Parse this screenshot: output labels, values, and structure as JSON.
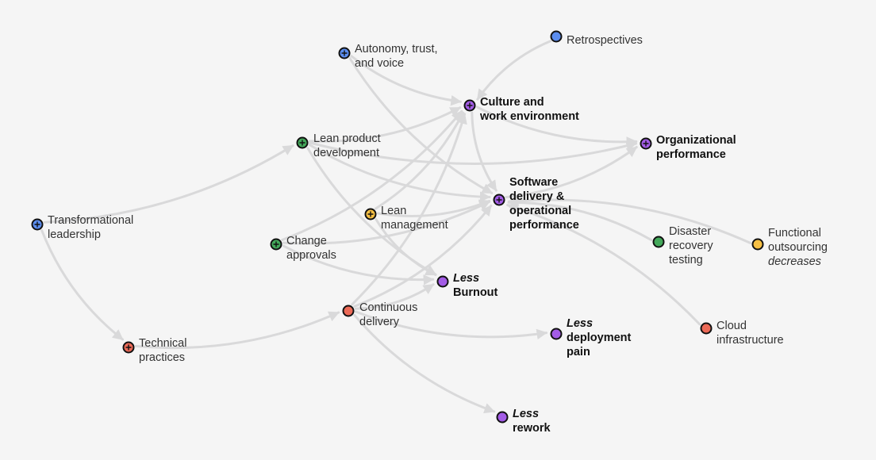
{
  "colors": {
    "background": "#f5f5f5",
    "edge": "#d9d9da",
    "blue": "#5b8def",
    "green": "#43a85a",
    "yellow": "#f7c043",
    "red": "#ec6a57",
    "purple": "#a35ce6"
  },
  "nodes": [
    {
      "id": "autonomy",
      "lines": [
        "Autonomy, trust,",
        "and voice"
      ],
      "color": "blue",
      "plus": true,
      "bold": false
    },
    {
      "id": "retrospectives",
      "lines": [
        "Retrospectives"
      ],
      "color": "blue",
      "plus": false,
      "bold": false
    },
    {
      "id": "culture",
      "lines": [
        "Culture and",
        "work environment"
      ],
      "color": "purple",
      "plus": true,
      "bold": true
    },
    {
      "id": "lean-product",
      "lines": [
        "Lean product",
        "development"
      ],
      "color": "green",
      "plus": true,
      "bold": false
    },
    {
      "id": "org-performance",
      "lines": [
        "Organizational",
        "performance"
      ],
      "color": "purple",
      "plus": true,
      "bold": true
    },
    {
      "id": "software-delivery",
      "lines": [
        "Software",
        "delivery &",
        "operational",
        "performance"
      ],
      "color": "purple",
      "plus": true,
      "bold": true
    },
    {
      "id": "transformational",
      "lines": [
        "Transformational",
        "leadership"
      ],
      "color": "blue",
      "plus": true,
      "bold": false
    },
    {
      "id": "lean-management",
      "lines": [
        "Lean",
        "management"
      ],
      "color": "yellow",
      "plus": true,
      "bold": false
    },
    {
      "id": "change-approvals",
      "lines": [
        "Change",
        "approvals"
      ],
      "color": "green",
      "plus": true,
      "bold": false
    },
    {
      "id": "disaster-recovery",
      "lines": [
        "Disaster",
        "recovery",
        "testing"
      ],
      "color": "green",
      "plus": false,
      "bold": false
    },
    {
      "id": "outsourcing",
      "lines": [
        "Functional",
        "outsourcing",
        "decreases"
      ],
      "italic_line": 2,
      "color": "yellow",
      "plus": false,
      "bold": false
    },
    {
      "id": "burnout",
      "lines": [
        "Less",
        "Burnout"
      ],
      "italic_line": 0,
      "color": "purple",
      "plus": false,
      "bold": true
    },
    {
      "id": "continuous-delivery",
      "lines": [
        "Continuous",
        "delivery"
      ],
      "color": "red",
      "plus": false,
      "bold": false
    },
    {
      "id": "technical-practices",
      "lines": [
        "Technical",
        "practices"
      ],
      "color": "red",
      "plus": true,
      "bold": false
    },
    {
      "id": "deployment-pain",
      "lines": [
        "Less",
        "deployment",
        "pain"
      ],
      "italic_line": 0,
      "color": "purple",
      "plus": false,
      "bold": true
    },
    {
      "id": "cloud",
      "lines": [
        "Cloud",
        "infrastructure"
      ],
      "color": "red",
      "plus": false,
      "bold": false
    },
    {
      "id": "rework",
      "lines": [
        "Less",
        "rework"
      ],
      "italic_line": 0,
      "color": "purple",
      "plus": false,
      "bold": true
    }
  ],
  "edges": [
    {
      "from": "autonomy",
      "to": "culture"
    },
    {
      "from": "autonomy",
      "to": "software-delivery"
    },
    {
      "from": "retrospectives",
      "to": "culture"
    },
    {
      "from": "culture",
      "to": "org-performance"
    },
    {
      "from": "culture",
      "to": "software-delivery"
    },
    {
      "from": "lean-product",
      "to": "culture"
    },
    {
      "from": "lean-product",
      "to": "org-performance"
    },
    {
      "from": "lean-product",
      "to": "software-delivery"
    },
    {
      "from": "lean-product",
      "to": "burnout"
    },
    {
      "from": "transformational",
      "to": "lean-product"
    },
    {
      "from": "transformational",
      "to": "technical-practices"
    },
    {
      "from": "lean-management",
      "to": "culture"
    },
    {
      "from": "lean-management",
      "to": "software-delivery"
    },
    {
      "from": "lean-management",
      "to": "burnout"
    },
    {
      "from": "change-approvals",
      "to": "culture"
    },
    {
      "from": "change-approvals",
      "to": "software-delivery"
    },
    {
      "from": "change-approvals",
      "to": "burnout"
    },
    {
      "from": "software-delivery",
      "to": "org-performance"
    },
    {
      "from": "disaster-recovery",
      "to": "software-delivery"
    },
    {
      "from": "outsourcing",
      "to": "software-delivery"
    },
    {
      "from": "cloud",
      "to": "software-delivery"
    },
    {
      "from": "technical-practices",
      "to": "continuous-delivery"
    },
    {
      "from": "continuous-delivery",
      "to": "culture"
    },
    {
      "from": "continuous-delivery",
      "to": "software-delivery"
    },
    {
      "from": "continuous-delivery",
      "to": "burnout"
    },
    {
      "from": "continuous-delivery",
      "to": "deployment-pain"
    },
    {
      "from": "continuous-delivery",
      "to": "rework"
    }
  ]
}
